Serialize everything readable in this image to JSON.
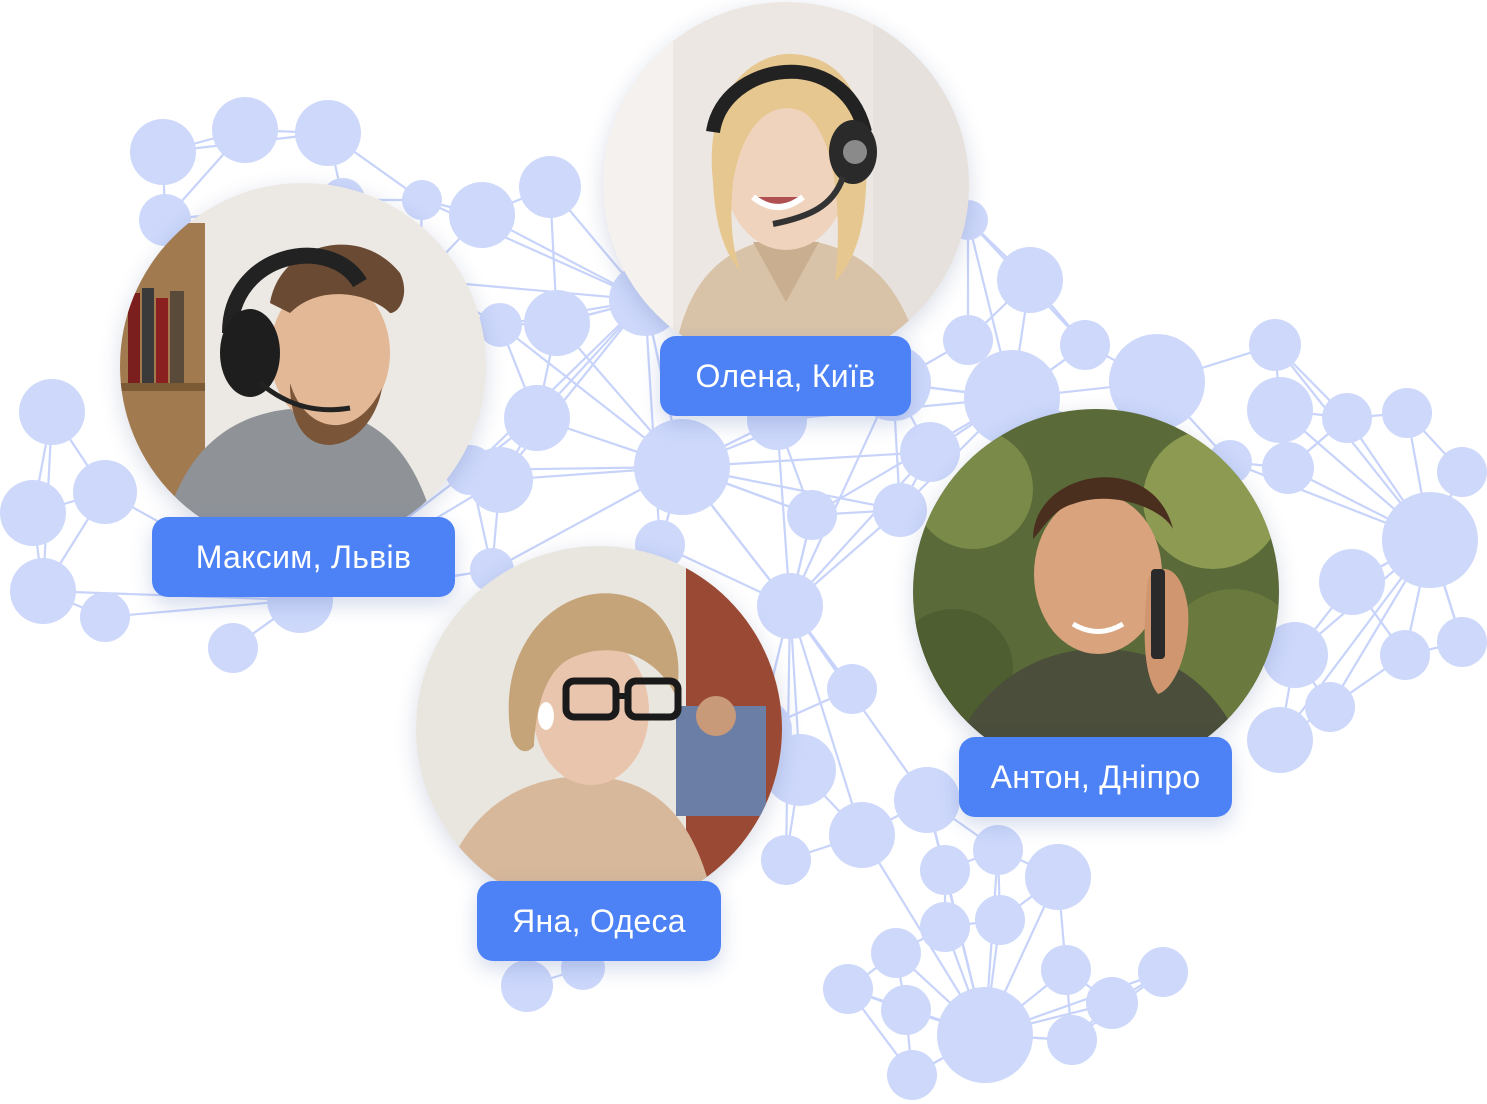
{
  "colors": {
    "node": "#cdd8fb",
    "edge": "#c7d3fa",
    "label_bg": "#4d82f6",
    "label_text": "#ffffff"
  },
  "people": [
    {
      "id": "olena",
      "caption": "Олена, Київ"
    },
    {
      "id": "maksym",
      "caption": "Максим, Львів"
    },
    {
      "id": "anton",
      "caption": "Антон, Дніпро"
    },
    {
      "id": "yana",
      "caption": "Яна, Одеса"
    }
  ]
}
